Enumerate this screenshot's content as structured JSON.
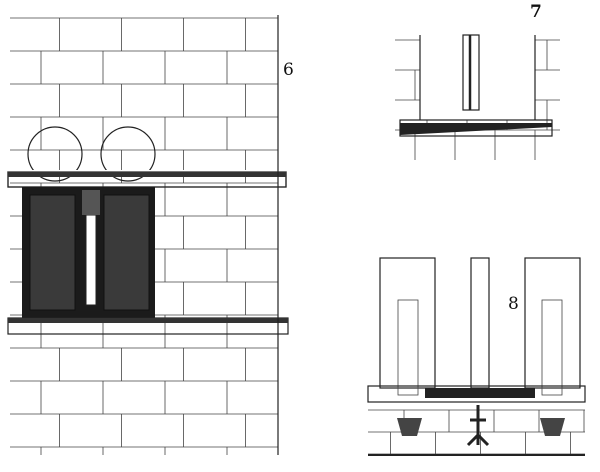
{
  "figures": [
    {
      "label": "6"
    },
    {
      "label": "7"
    },
    {
      "label": "8"
    }
  ],
  "colors": {
    "ink": "#111111",
    "paper": "#ffffff",
    "shade": "#2a2a2a"
  }
}
